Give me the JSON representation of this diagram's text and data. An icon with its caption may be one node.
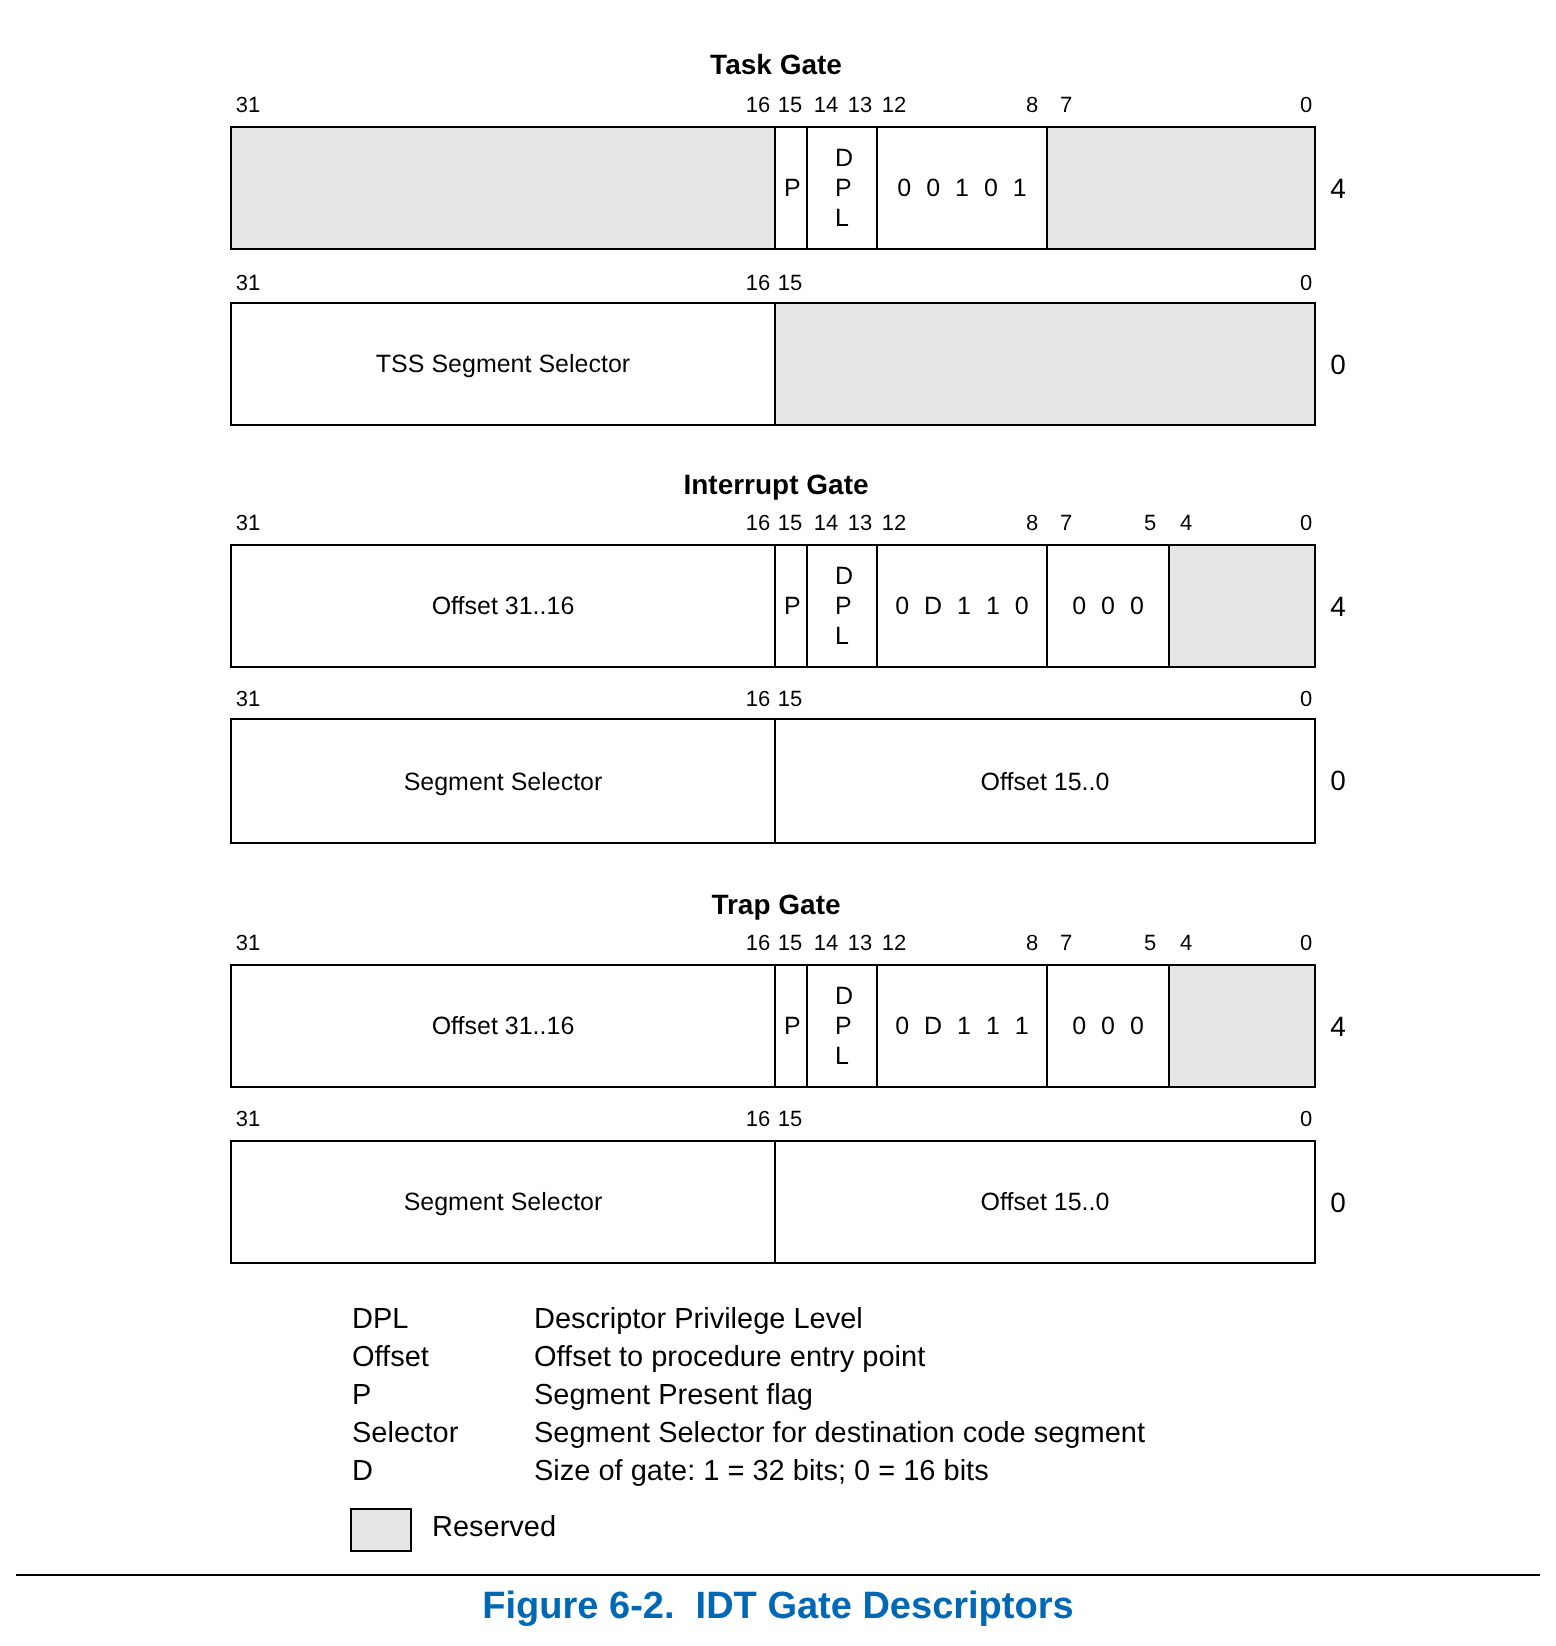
{
  "diagram": {
    "caption": "Figure 6-2.  IDT Gate Descriptors",
    "nodes": [
      {
        "text": [],
        "shape": "box"
      },
      {
        "text": [
          "P"
        ]
      },
      {
        "text": [
          "D P L"
        ]
      },
      {
        "text": [
          "0 0 1 0 1"
        ]
      },
      {
        "text": [],
        "shape": "box"
      },
      {
        "text": [
          "TSS Segment Selector"
        ]
      },
      {
        "text": [],
        "shape": "box"
      },
      {
        "text": [
          "Offset 31..16"
        ]
      },
      {
        "text": [
          "P"
        ]
      },
      {
        "text": [
          "D P L"
        ]
      },
      {
        "text": [
          "0 D 1 1 0"
        ]
      },
      {
        "text": [
          "0 0 0"
        ]
      },
      {
        "text": [],
        "shape": "box"
      },
      {
        "text": [
          "Segment Selector"
        ]
      },
      {
        "text": [
          "Offset 15..0"
        ]
      },
      {
        "text": [
          "Offset 31..16"
        ]
      },
      {
        "text": [
          "P"
        ]
      },
      {
        "text": [
          "D P L"
        ]
      },
      {
        "text": [
          "0 D 1 1 1"
        ]
      },
      {
        "text": [
          "0 0 0"
        ]
      },
      {
        "text": [],
        "shape": "box"
      },
      {
        "text": [
          "Segment Selector"
        ]
      },
      {
        "text": [
          "Offset 15..0"
        ]
      }
    ],
    "labels": [
      "Task Gate",
      "31",
      "16",
      "15",
      "14",
      "13",
      "12",
      "8",
      "7",
      "0",
      "4",
      "31",
      "16",
      "15",
      "0",
      "0",
      "Interrupt Gate",
      "31",
      "16",
      "15",
      "14",
      "13",
      "12",
      "8",
      "7",
      "5",
      "4",
      "0",
      "4",
      "31",
      "16",
      "15",
      "0",
      "0",
      "Trap Gate",
      "31",
      "16",
      "15",
      "14",
      "13",
      "12",
      "8",
      "7",
      "5",
      "4",
      "0",
      "4",
      "31",
      "16",
      "15",
      "0",
      "0",
      "DPL",
      "Descriptor Privilege Level",
      "Offset",
      "Offset to procedure entry point",
      "P",
      "Segment Present flag",
      "Selector",
      "Segment Selector for destination code segment",
      "D",
      "Size of gate: 1 = 32 bits; 0 = 16 bits"
    ],
    "legend": [
      {
        "text": "Reserved",
        "color": "#e6e6e6"
      }
    ]
  }
}
